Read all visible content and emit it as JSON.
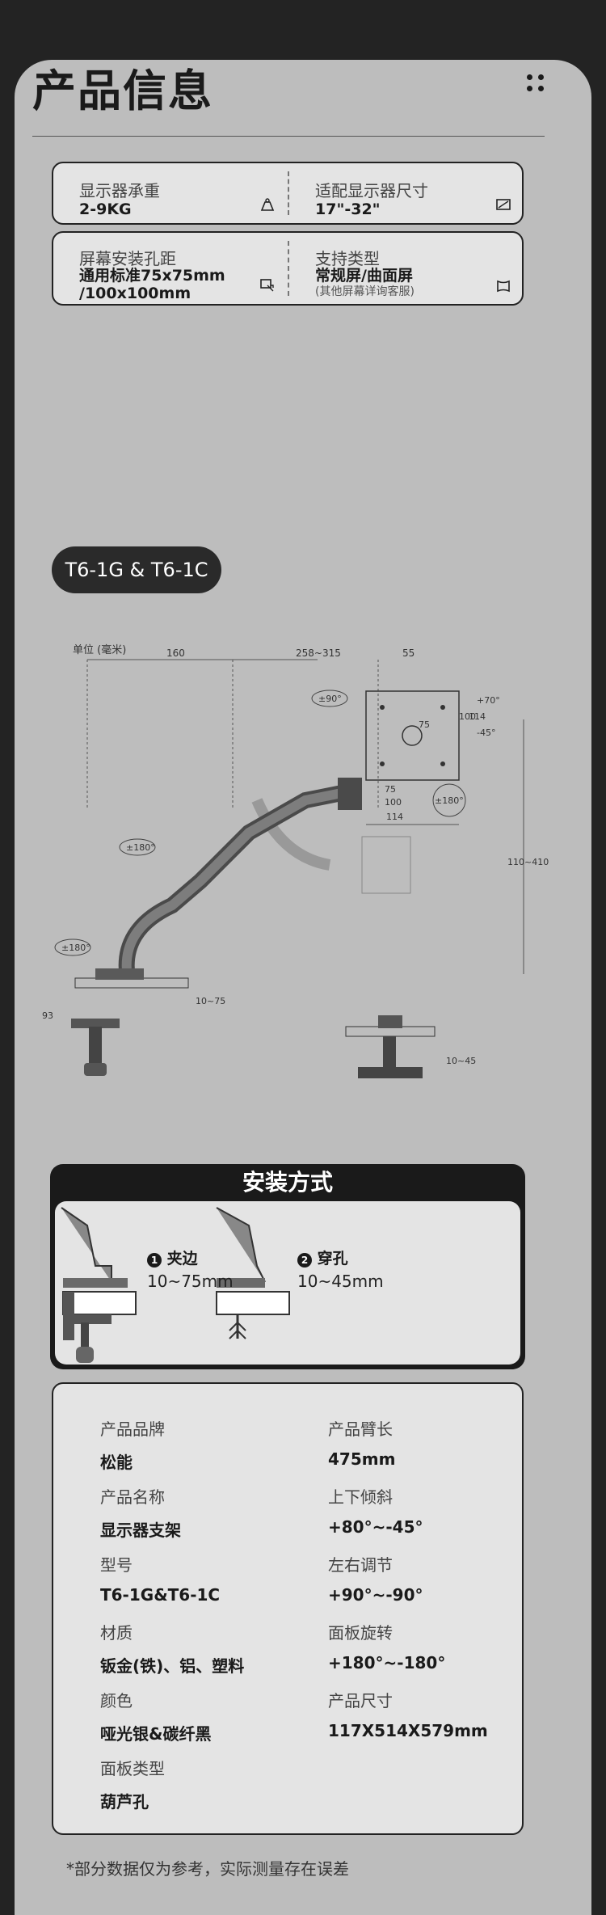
{
  "title": "产品信息",
  "specs": [
    {
      "label": "显示器承重",
      "value": "2-9KG",
      "icon": "weight-icon"
    },
    {
      "label": "适配显示器尺寸",
      "value": "17\"-32\"",
      "icon": "screen-size-icon"
    },
    {
      "label": "屏幕安装孔距",
      "value_line1": "通用标准75x75mm",
      "value_line2": "/100x100mm",
      "icon": "vesa-icon"
    },
    {
      "label": "支持类型",
      "value": "常规屏/曲面屏",
      "note": "(其他屏幕详询客服)",
      "icon": "curved-screen-icon"
    }
  ],
  "model_pill": "T6-1G & T6-1C",
  "diagram": {
    "unit": "单位 (毫米)",
    "dims": [
      "160",
      "258~315",
      "55",
      "114",
      "100",
      "75",
      "75",
      "100",
      "114",
      "110~410",
      "93",
      "10~75",
      "10~45"
    ],
    "angles": [
      "±90°",
      "+70°",
      "-45°",
      "±180°",
      "±180°",
      "±180°"
    ]
  },
  "install": {
    "title": "安装方式",
    "methods": [
      {
        "num": "1",
        "name": "夹边",
        "range": "10~75mm"
      },
      {
        "num": "2",
        "name": "穿孔",
        "range": "10~45mm"
      }
    ]
  },
  "params": [
    {
      "label": "产品品牌",
      "value": "松能"
    },
    {
      "label": "产品臂长",
      "value": "475mm"
    },
    {
      "label": "产品名称",
      "value": "显示器支架"
    },
    {
      "label": "上下倾斜",
      "value": "+80°~-45°"
    },
    {
      "label": "型号",
      "value": "T6-1G&T6-1C"
    },
    {
      "label": "左右调节",
      "value": "+90°~-90°"
    },
    {
      "label": "材质",
      "value": "钣金(铁)、铝、塑料"
    },
    {
      "label": "面板旋转",
      "value": "+180°~-180°"
    },
    {
      "label": "颜色",
      "value": "哑光银&碳纤黑"
    },
    {
      "label": "产品尺寸",
      "value": "117X514X579mm"
    },
    {
      "label": "面板类型",
      "value": "葫芦孔"
    }
  ],
  "footnote": "*部分数据仅为参考，实际测量存在误差"
}
